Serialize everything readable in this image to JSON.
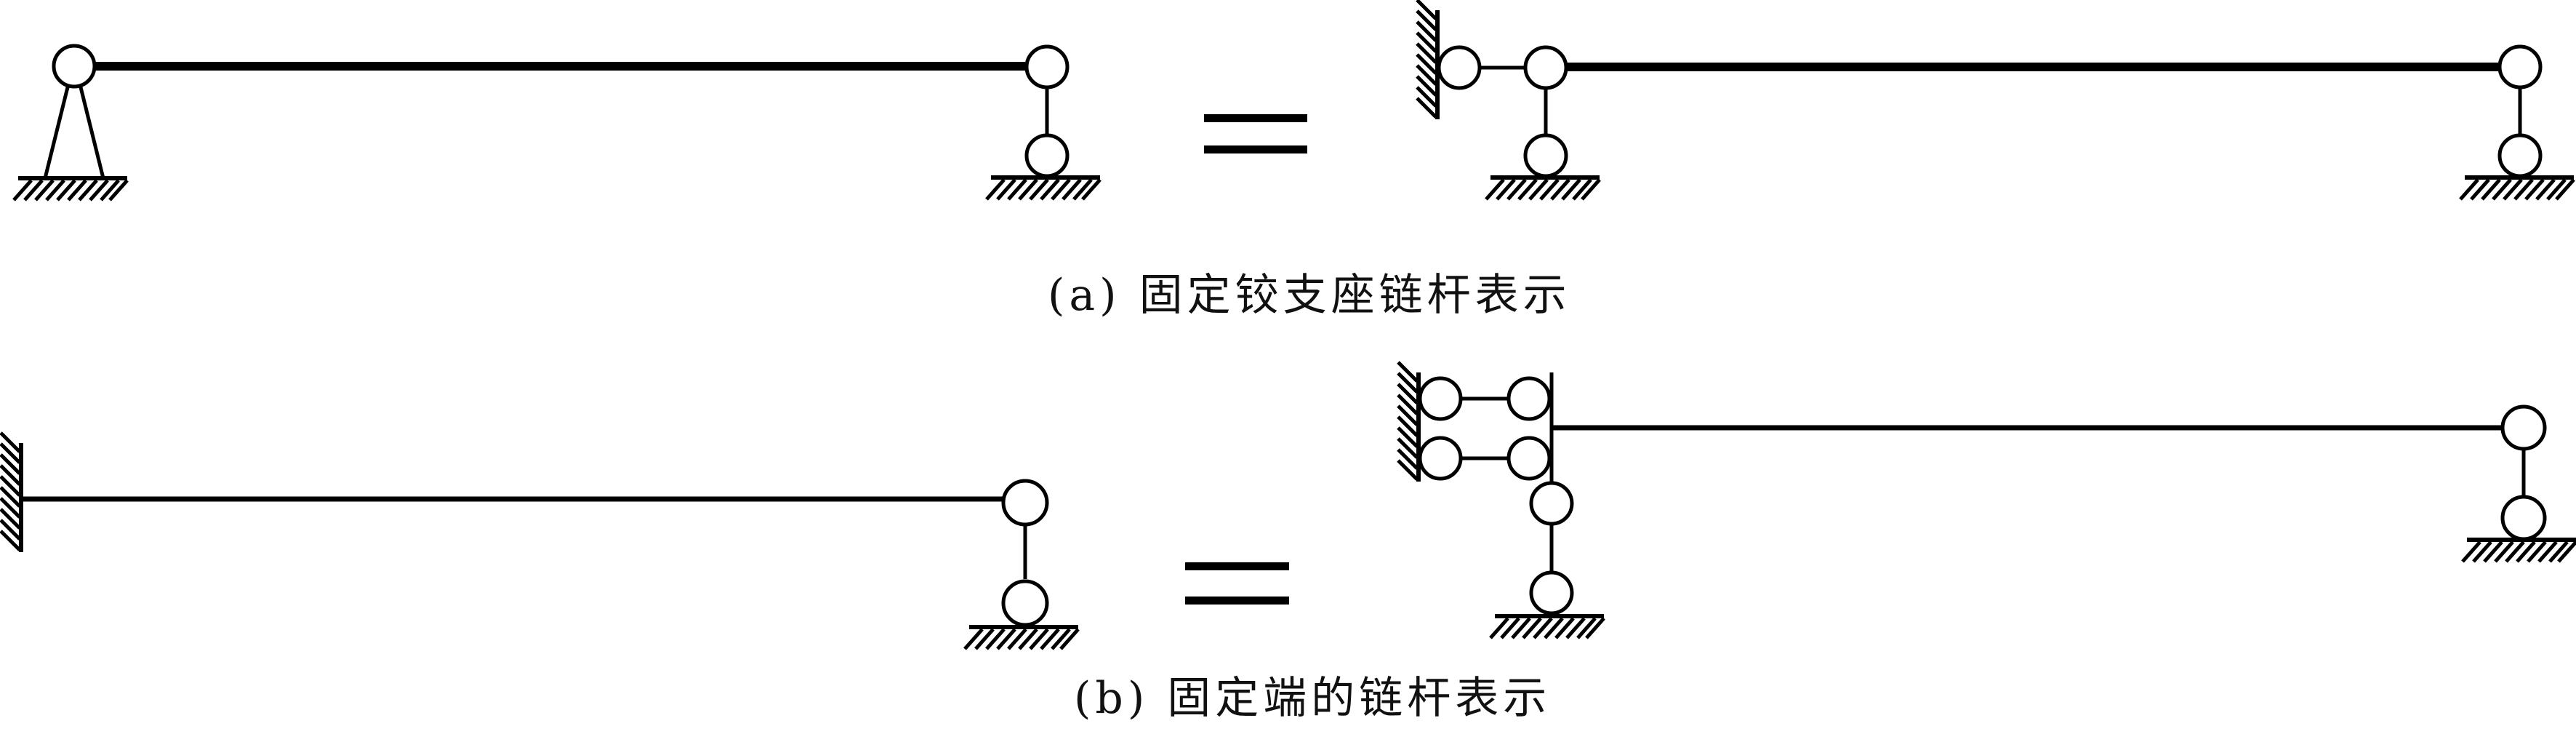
{
  "figure": {
    "stroke_color": "#000000",
    "background": "#ffffff",
    "panels": [
      {
        "id": "a",
        "caption": "(a) 固定铰支座链杆表示",
        "left_model": {
          "left_support": "fixed-hinge-support",
          "right_support": "roller-link-support",
          "member": "beam"
        },
        "relation": "=",
        "right_model": {
          "left_support": "two-link-equivalent (horizontal link to wall + vertical link to ground)",
          "right_support": "vertical-link-support",
          "member": "beam"
        }
      },
      {
        "id": "b",
        "caption": "(b) 固定端的链杆表示",
        "left_model": {
          "left_support": "fixed-end",
          "right_support": "vertical-link-support",
          "member": "beam"
        },
        "relation": "=",
        "right_model": {
          "left_support": "three-link-equivalent (two horizontal links to wall + one vertical link to ground)",
          "right_support": "vertical-link-support",
          "member": "beam"
        }
      }
    ]
  }
}
